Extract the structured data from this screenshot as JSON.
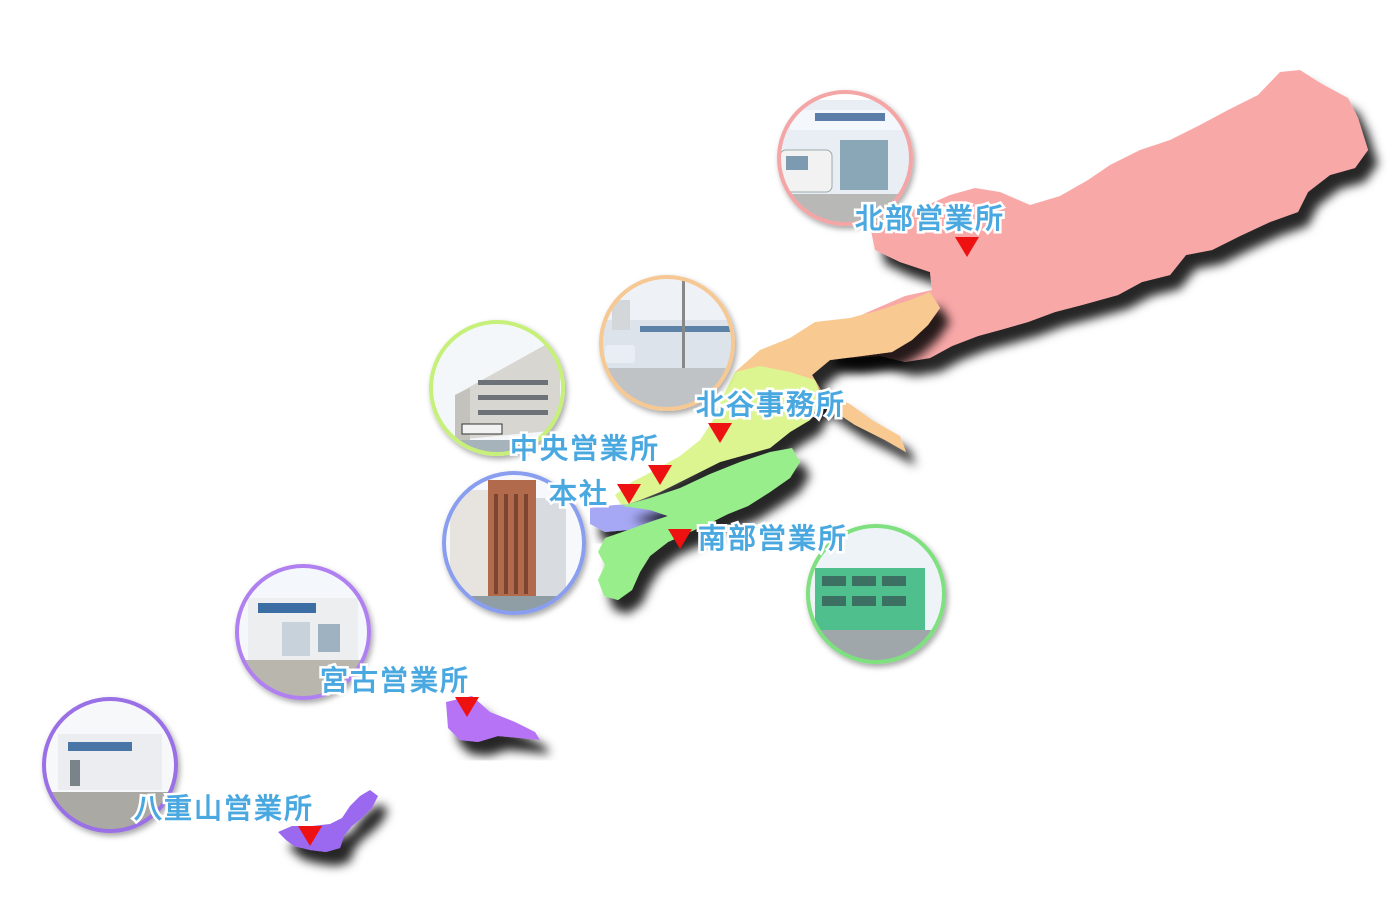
{
  "offices": [
    {
      "id": "hokubu",
      "name": "北部営業所",
      "border": "#f4a6a6"
    },
    {
      "id": "chatan",
      "name": "北谷事務所",
      "border": "#f6c894"
    },
    {
      "id": "chuo",
      "name": "中央営業所",
      "border": "#c6f07a"
    },
    {
      "id": "honsha",
      "name": "本社",
      "border": "#8a9ef0"
    },
    {
      "id": "nanbu",
      "name": "南部営業所",
      "border": "#7ee07e"
    },
    {
      "id": "miyako",
      "name": "宮古営業所",
      "border": "#b080f0"
    },
    {
      "id": "yaeyama",
      "name": "八重山営業所",
      "border": "#9a70e6"
    }
  ],
  "region_colors": {
    "north": "#f9a8a8",
    "chatan": "#f9c992",
    "central": "#dcf590",
    "naha": "#a6a8f5",
    "south": "#98ee8a",
    "miyako": "#b673f5",
    "yaeyama": "#9b68f0"
  },
  "marker_color": "#ee1111"
}
